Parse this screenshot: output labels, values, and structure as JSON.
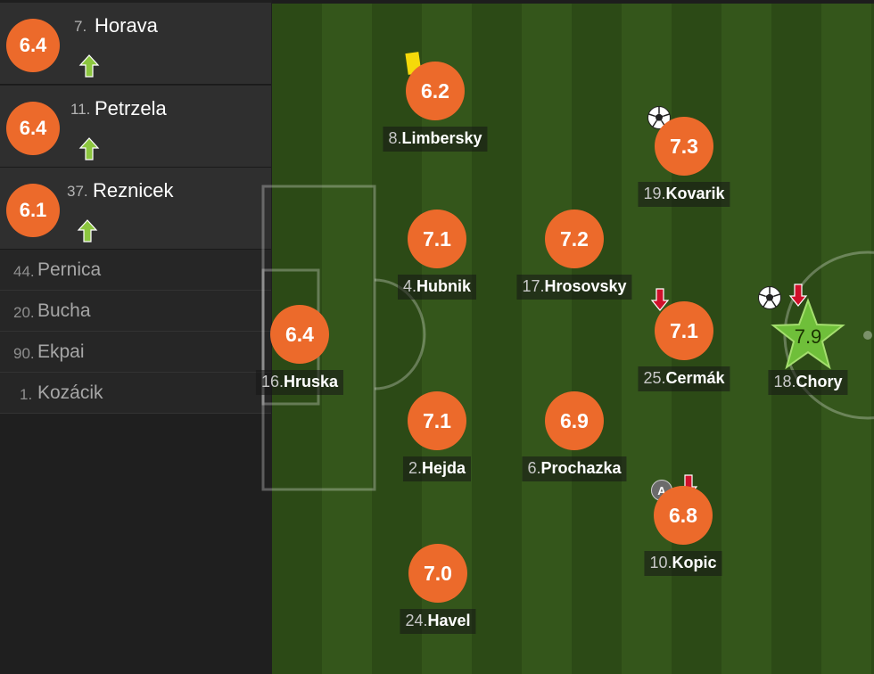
{
  "subs": [
    {
      "rating": "6.4",
      "number": "7.",
      "name": "Horava",
      "arrow": "sub-in-arrow-icon"
    },
    {
      "rating": "6.4",
      "number": "11.",
      "name": "Petrzela",
      "arrow": "sub-in-arrow-icon"
    },
    {
      "rating": "6.1",
      "number": "37.",
      "name": "Reznicek",
      "arrow": "sub-in-arrow-icon"
    }
  ],
  "bench": [
    {
      "number": "44.",
      "name": "Pernica"
    },
    {
      "number": "20.",
      "name": "Bucha"
    },
    {
      "number": "90.",
      "name": "Ekpai"
    },
    {
      "number": "1.",
      "name": "Kozácik"
    }
  ],
  "players": {
    "limbersky": {
      "rating": "6.2",
      "number": "8.",
      "name": "Limbersky",
      "events": [
        "yellow-card"
      ]
    },
    "kovarik": {
      "rating": "7.3",
      "number": "19.",
      "name": "Kovarik",
      "events": [
        "goal"
      ]
    },
    "hubnik": {
      "rating": "7.1",
      "number": "4.",
      "name": "Hubnik"
    },
    "hrosovsky": {
      "rating": "7.2",
      "number": "17.",
      "name": "Hrosovsky"
    },
    "cermak": {
      "rating": "7.1",
      "number": "25.",
      "name": "Cermák",
      "events": [
        "sub-out"
      ]
    },
    "chory": {
      "rating": "7.9",
      "number": "18.",
      "name": "Chory",
      "events": [
        "goal",
        "sub-out",
        "man-of-the-match"
      ]
    },
    "hruska": {
      "rating": "6.4",
      "number": "16.",
      "name": "Hruska"
    },
    "hejda": {
      "rating": "7.1",
      "number": "2.",
      "name": "Hejda"
    },
    "prochazka": {
      "rating": "6.9",
      "number": "6.",
      "name": "Prochazka"
    },
    "kopic": {
      "rating": "6.8",
      "number": "10.",
      "name": "Kopic",
      "events": [
        "assist",
        "sub-out"
      ]
    },
    "havel": {
      "rating": "7.0",
      "number": "24.",
      "name": "Havel"
    }
  },
  "assist_badge": "A",
  "colors": {
    "rating": "#ec6a2b",
    "star": "#6fbf3a",
    "sub_in_arrow": "#8cc63f",
    "sub_out_arrow": "#d0102b",
    "yellow_card": "#f5d90a"
  }
}
